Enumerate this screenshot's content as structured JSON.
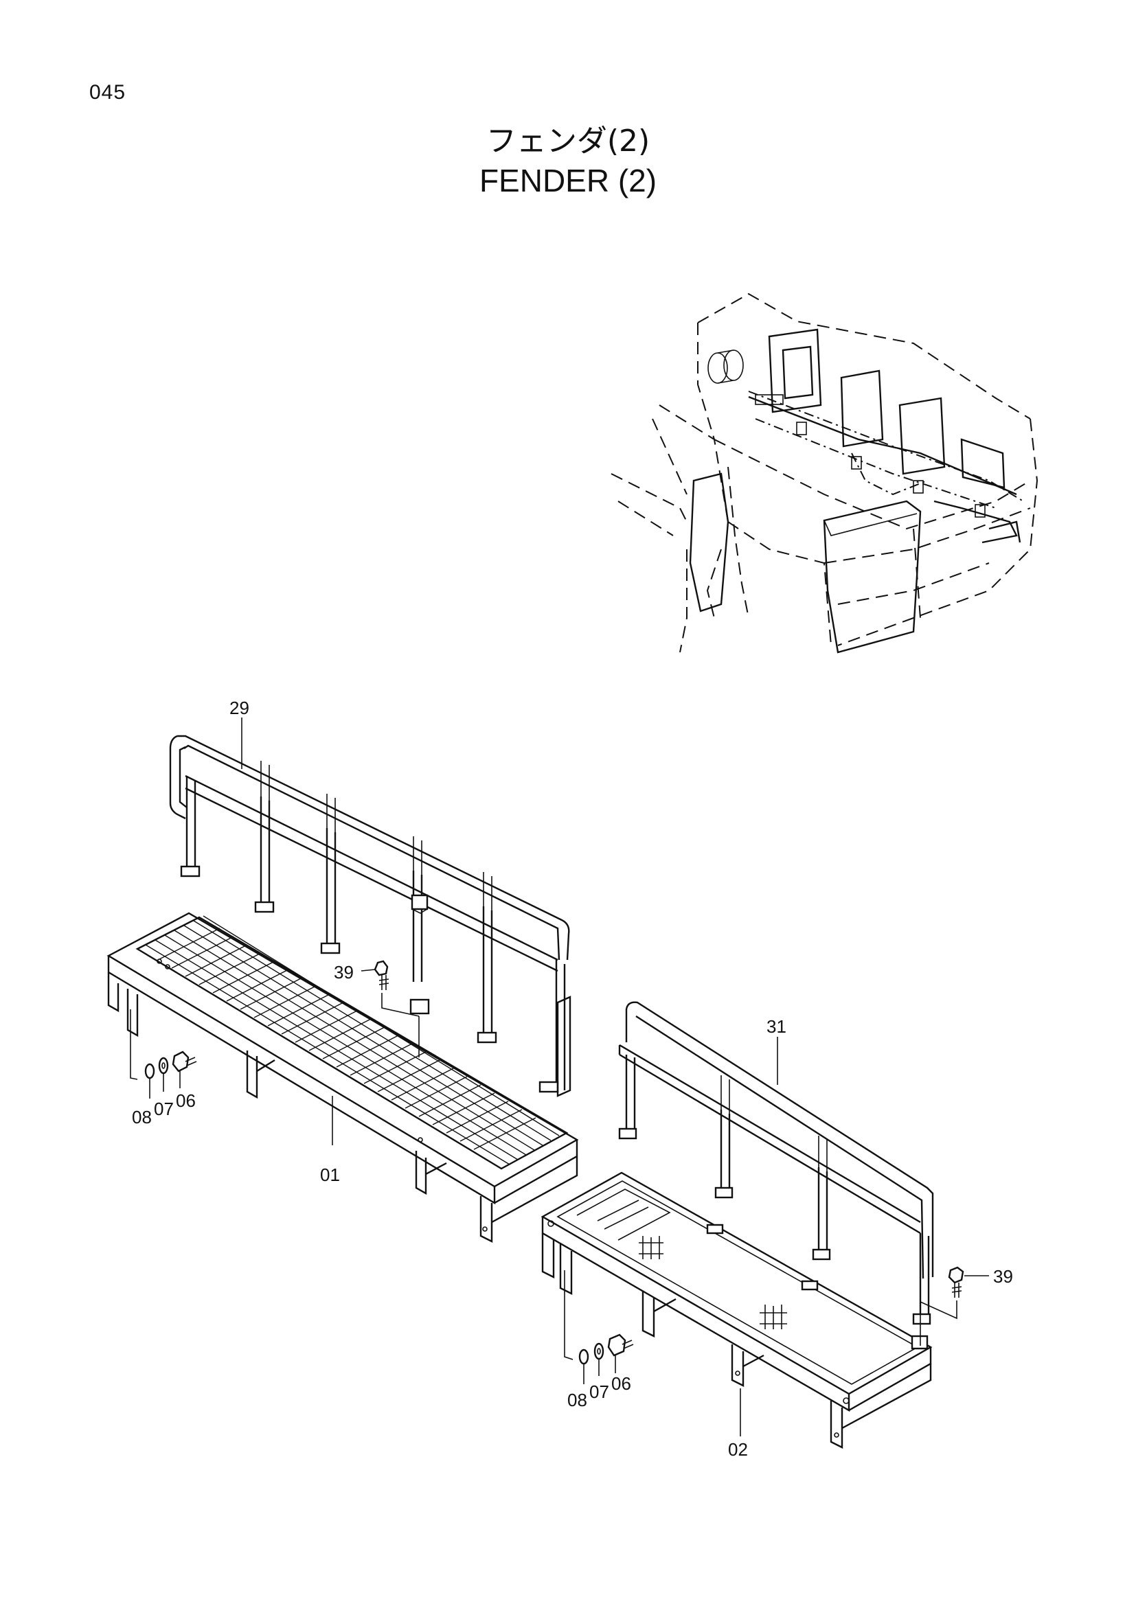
{
  "page": {
    "number": "045",
    "title_jp": "フェンダ(2)",
    "title_en": "FENDER (2)"
  },
  "callouts": {
    "rail_left": "29",
    "bolt_left": "39",
    "washer_left": "08",
    "lockwasher_left": "07",
    "screw_left": "06",
    "fender_left": "01",
    "rail_right": "31",
    "bolt_right": "39",
    "washer_right": "08",
    "lockwasher_right": "07",
    "screw_right": "06",
    "fender_right": "02"
  }
}
